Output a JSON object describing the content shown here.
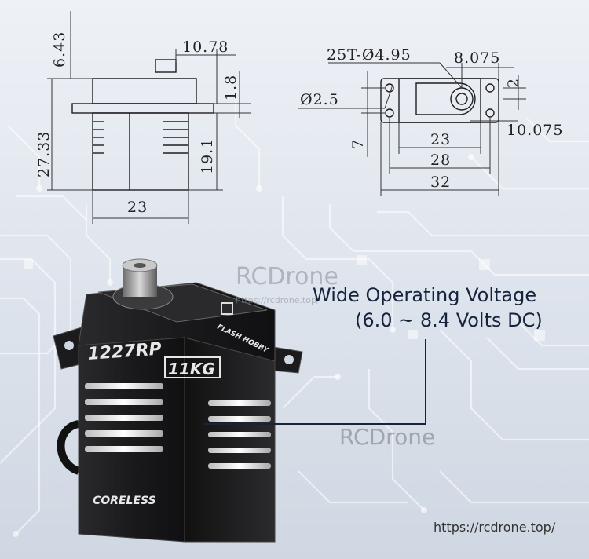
{
  "side_view": {
    "dim_height_top": "6.43",
    "dim_width_top": "10.78",
    "dim_flange": "1.8",
    "dim_total_height": "27.33",
    "dim_body_height": "19.1",
    "dim_body_width": "23"
  },
  "top_view": {
    "dim_spline": "25T-Ø4.95",
    "dim_offset": "8.075",
    "dim_hole": "Ø2.5",
    "dim_small": "2",
    "dim_right": "10.075",
    "dim_left": "7",
    "dim_inner_width": "23",
    "dim_hole_span": "28",
    "dim_total_width": "32"
  },
  "servo": {
    "model": "1227RP",
    "torque_badge": "11KG",
    "brand": "FLASH HOBBY",
    "motor": "CORELESS"
  },
  "callout": {
    "line1": "Wide Operating Voltage",
    "line2": "(6.0 ~ 8.4 Volts DC)"
  },
  "watermarks": {
    "brand_top": "RCDrone",
    "brand_url_small": "https://rcdrone.top/",
    "brand_mid": "RCDrone",
    "footer_url": "https://rcdrone.top/"
  },
  "colors": {
    "background": "#e3e8ef",
    "servo_body": "#1d1d1f",
    "callout_line": "#15233d"
  }
}
